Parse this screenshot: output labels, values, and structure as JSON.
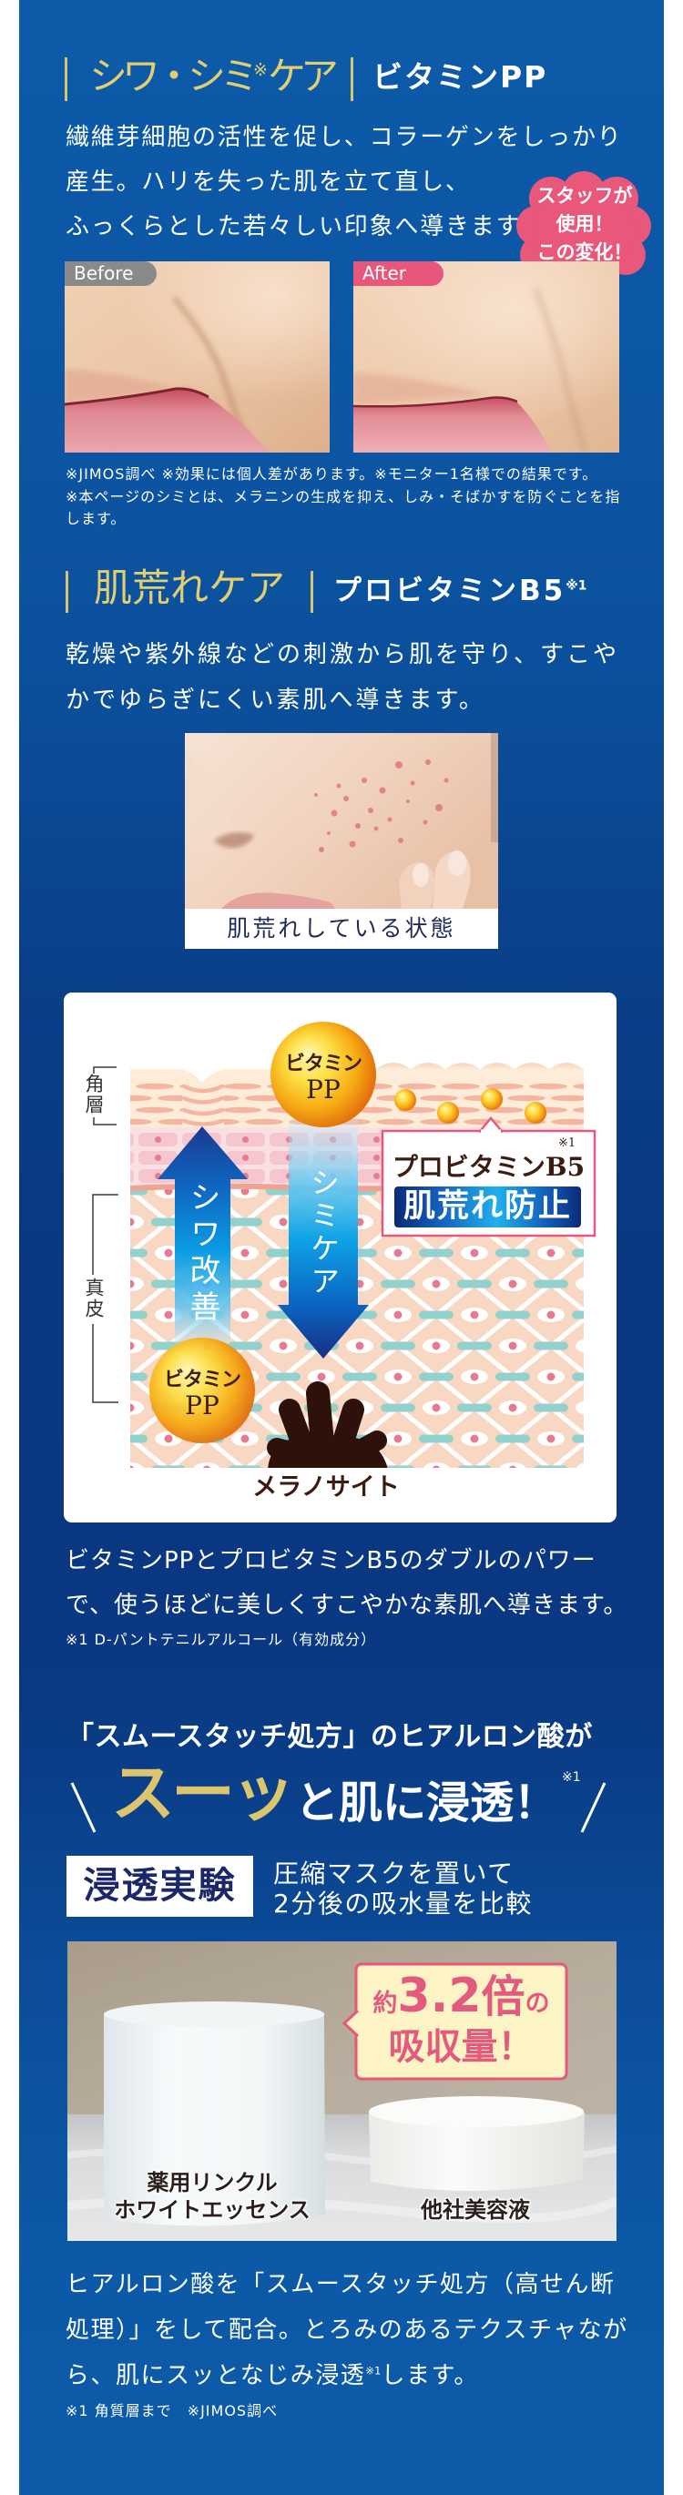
{
  "theme": {
    "panel_blue": "#0c5aa8",
    "panel_navy": "#0a3781",
    "gold": "#e2cd6f",
    "accent_pink": "#e8577a",
    "before_tag_gray": "#8a8a8a",
    "badge_navy_text": "#1b2768",
    "illustration_brown": "#3a1d12"
  },
  "wrinkle_section": {
    "heading": {
      "title_before": "シワ・シミ",
      "title_note": "※",
      "title_after": "ケア",
      "ingredient": "ビタミンPP"
    },
    "body_lines": [
      "繊維芽細胞の活性を促し、コラーゲンをしっかり",
      "産生。ハリを失った肌を立て直し、",
      "ふっくらとした若々しい印象へ導きます。"
    ],
    "bubble_lines": [
      "スタッフが",
      "使用！",
      "この変化！"
    ],
    "photos": {
      "before_label": "Before",
      "after_label": "After"
    },
    "notes": [
      "※JIMOS調べ ※効果には個人差があります。※モニター1名様での結果です。",
      "※本ページのシミとは、メラニンの生成を抑え、しみ・そばかすを防ぐことを指",
      "します。"
    ]
  },
  "rough_skin_section": {
    "heading": {
      "title": "肌荒れケア",
      "ingredient": "プロビタミンB5",
      "ingredient_note": "※1"
    },
    "body_lines": [
      "乾燥や紫外線などの刺激から肌を守り、すこや",
      "かでゆらぎにくい素肌へ導きます。"
    ],
    "photo_caption": "肌荒れしている状態"
  },
  "skin_diagram": {
    "layer_labels": {
      "stratum_corneum": "角層",
      "dermis": "真皮"
    },
    "vitamin_ball_top": {
      "line1": "ビタミン",
      "line2": "PP"
    },
    "vitamin_ball_bottom": {
      "line1": "ビタミン",
      "line2": "PP"
    },
    "arrow_up_label": "シワ改善",
    "arrow_down_label": "シミケア",
    "callout": {
      "title": "プロビタミンB5",
      "note": "※1",
      "badge": "肌荒れ防止"
    },
    "melanocyte_label": "メラノサイト"
  },
  "double_power_section": {
    "body_lines": [
      "ビタミンPPとプロビタミンB5のダブルのパワー",
      "で、使うほどに美しくすこやかな素肌へ導きます。"
    ],
    "footnote": "※1 D-パントテニルアルコール（有効成分）"
  },
  "hyaluronic_section": {
    "lead": "「スムースタッチ処方」のヒアルロン酸が",
    "headline": {
      "gold": "スーッ",
      "white": "と肌に浸透！",
      "note": "※1"
    },
    "experiment": {
      "badge": "浸透実験",
      "description_lines": [
        "圧縮マスクを置いて",
        "2分後の吸水量を比較"
      ]
    },
    "photo": {
      "callout": {
        "prefix": "約",
        "value": "3.2",
        "unit": "倍",
        "suffix": "の",
        "line2": "吸収量！"
      },
      "label_left_lines": [
        "薬用リンクル",
        "ホワイトエッセンス"
      ],
      "label_right": "他社美容液"
    },
    "body_lines": [
      "ヒアルロン酸を「スムースタッチ処方（高せん断",
      "処理）」をして配合。とろみのあるテクスチャなが"
    ],
    "body_last_line": {
      "before_note": "ら、肌にスッとなじみ浸透",
      "note": "※1",
      "after_note": "します。"
    },
    "footnote": "※1 角質層まで　※JIMOS調べ"
  }
}
